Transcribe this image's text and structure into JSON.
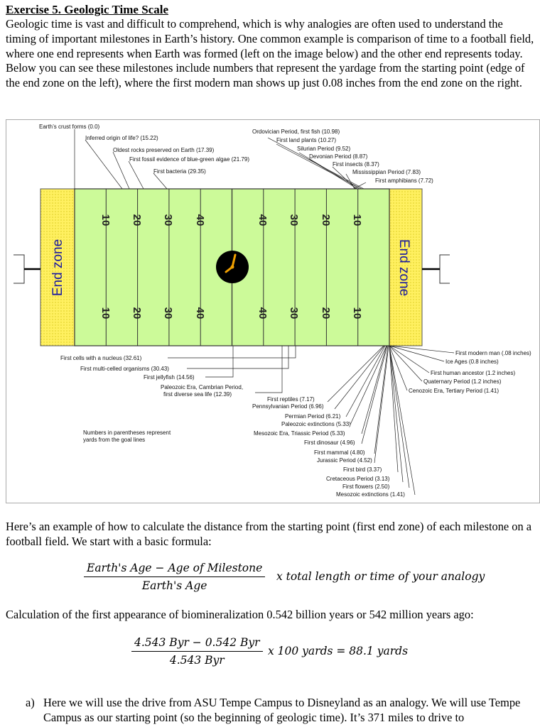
{
  "title": "Exercise 5. Geologic Time Scale",
  "intro": "Geologic time is vast and difficult to comprehend, which is why analogies are often used to understand the timing of important milestones in Earth’s history. One common example is comparison of time to a football field, where one end represents when Earth was formed (left on the image below) and the other end represents today. Below you can see these milestones include numbers that represent the yardage from the starting point (edge of the end zone on the left), where the first modern man shows up just 0.08 inches from the end zone on the right.",
  "figure": {
    "end_zone_label": "End zone",
    "yard_numbers": [
      "10",
      "20",
      "30",
      "40",
      "40",
      "30",
      "20",
      "10"
    ],
    "note": [
      "Numbers in parentheses represent",
      "yards from the goal lines"
    ],
    "top_left_labels": [
      "Earth’s crust forms (0.0)",
      "Inferred origin of life? (15.22)",
      "Oldest rocks preserved on Earth (17.39)",
      "First fossil evidence of blue-green algae (21.79)",
      "First bacteria (29.35)"
    ],
    "top_right_labels": [
      "Ordovician Period, first fish (10.98)",
      "First land plants (10.27)",
      "Silurian Period (9.52)",
      "Devonian Period (8.87)",
      "First insects (8.37)",
      "Mississippian Period (7.83)",
      "First amphibians (7.72)"
    ],
    "bottom_left_labels": [
      "First cells with a nucleus (32.61)",
      "First multi-celled organisms (30.43)",
      "First jellyfish (14.56)",
      "Paleozoic Era, Cambrian Period,",
      "first diverse sea life (12.39)"
    ],
    "bottom_center_labels": [
      "First reptiles (7.17)",
      "Pennsylvanian Period (6.96)",
      "Permian Period (6.21)",
      "Paleozoic extinctions (5.33)",
      "Mesozoic Era, Triassic Period (5.33)",
      "First dinosaur (4.96)",
      "First mammal (4.80)",
      "Jurassic Period (4.52)",
      "First bird (3.37)",
      "Cretaceous Period (3.13)",
      "First flowers (2.50)",
      "Mesozoic extinctions (1.41)"
    ],
    "bottom_right_labels": [
      "First modern man (.08 inches)",
      "Ice Ages (0.8 inches)",
      "First human ancestor (1.2 inches)",
      "Quaternary Period (1.2 inches)",
      "Cenozoic Era, Tertiary Period (1.41)"
    ],
    "colors": {
      "field": "#ccfa99",
      "end_zone": "#fff060",
      "clock": "#000000",
      "clock_hand": "#f0a000"
    }
  },
  "calc_intro": "Here’s an example of how to calculate the distance from the starting point (first end zone) of each milestone on a football field. We start with a basic formula:",
  "formula": {
    "numerator": "Earth's Age − Age of Milestone",
    "denominator": "Earth's Age",
    "tail": "x total length or time of your analogy"
  },
  "biomin_intro": "Calculation of the first appearance of biomineralization 0.542 billion years or 542 million years ago:",
  "example": {
    "numerator": "4.543 Byr − 0.542 Byr",
    "denominator": "4.543 Byr",
    "tail": "x 100 yards = 88.1 yards"
  },
  "question_a": {
    "letter": "a)",
    "text": "Here we will use the drive from ASU Tempe Campus to Disneyland as an analogy. We will use Tempe Campus as our starting point (so the beginning of geologic time). It’s 371 miles to drive to"
  }
}
